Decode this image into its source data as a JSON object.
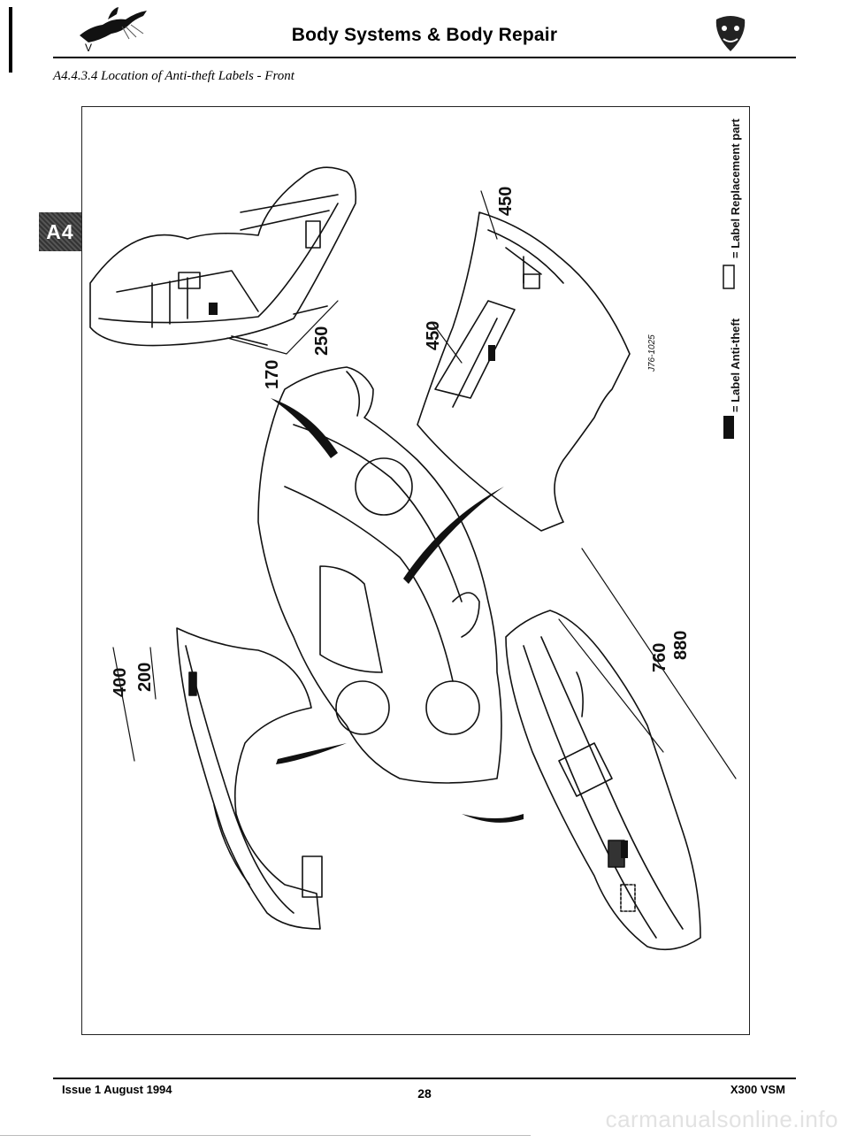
{
  "header": {
    "title": "Body Systems & Body Repair",
    "section_title": "A4.4.3.4  Location of Anti-theft Labels - Front",
    "tab_label": "A4"
  },
  "figure": {
    "legend_anti_theft": "= Label Anti-theft",
    "legend_replacement": "= Label Replacement part",
    "reference_code": "J76-1025",
    "dimensions": {
      "d170": "170",
      "d250": "250",
      "d450_upper": "450",
      "d450_lower": "450",
      "d400": "400",
      "d200": "200",
      "d760": "760",
      "d880": "880"
    }
  },
  "footer": {
    "issue": "Issue 1 August 1994",
    "page_number": "28",
    "manual": "X300 VSM"
  },
  "watermark": "carmanualsonline.info",
  "icons": {
    "left_logo": "leaping-jaguar-icon",
    "right_logo": "jaguar-growler-icon"
  }
}
